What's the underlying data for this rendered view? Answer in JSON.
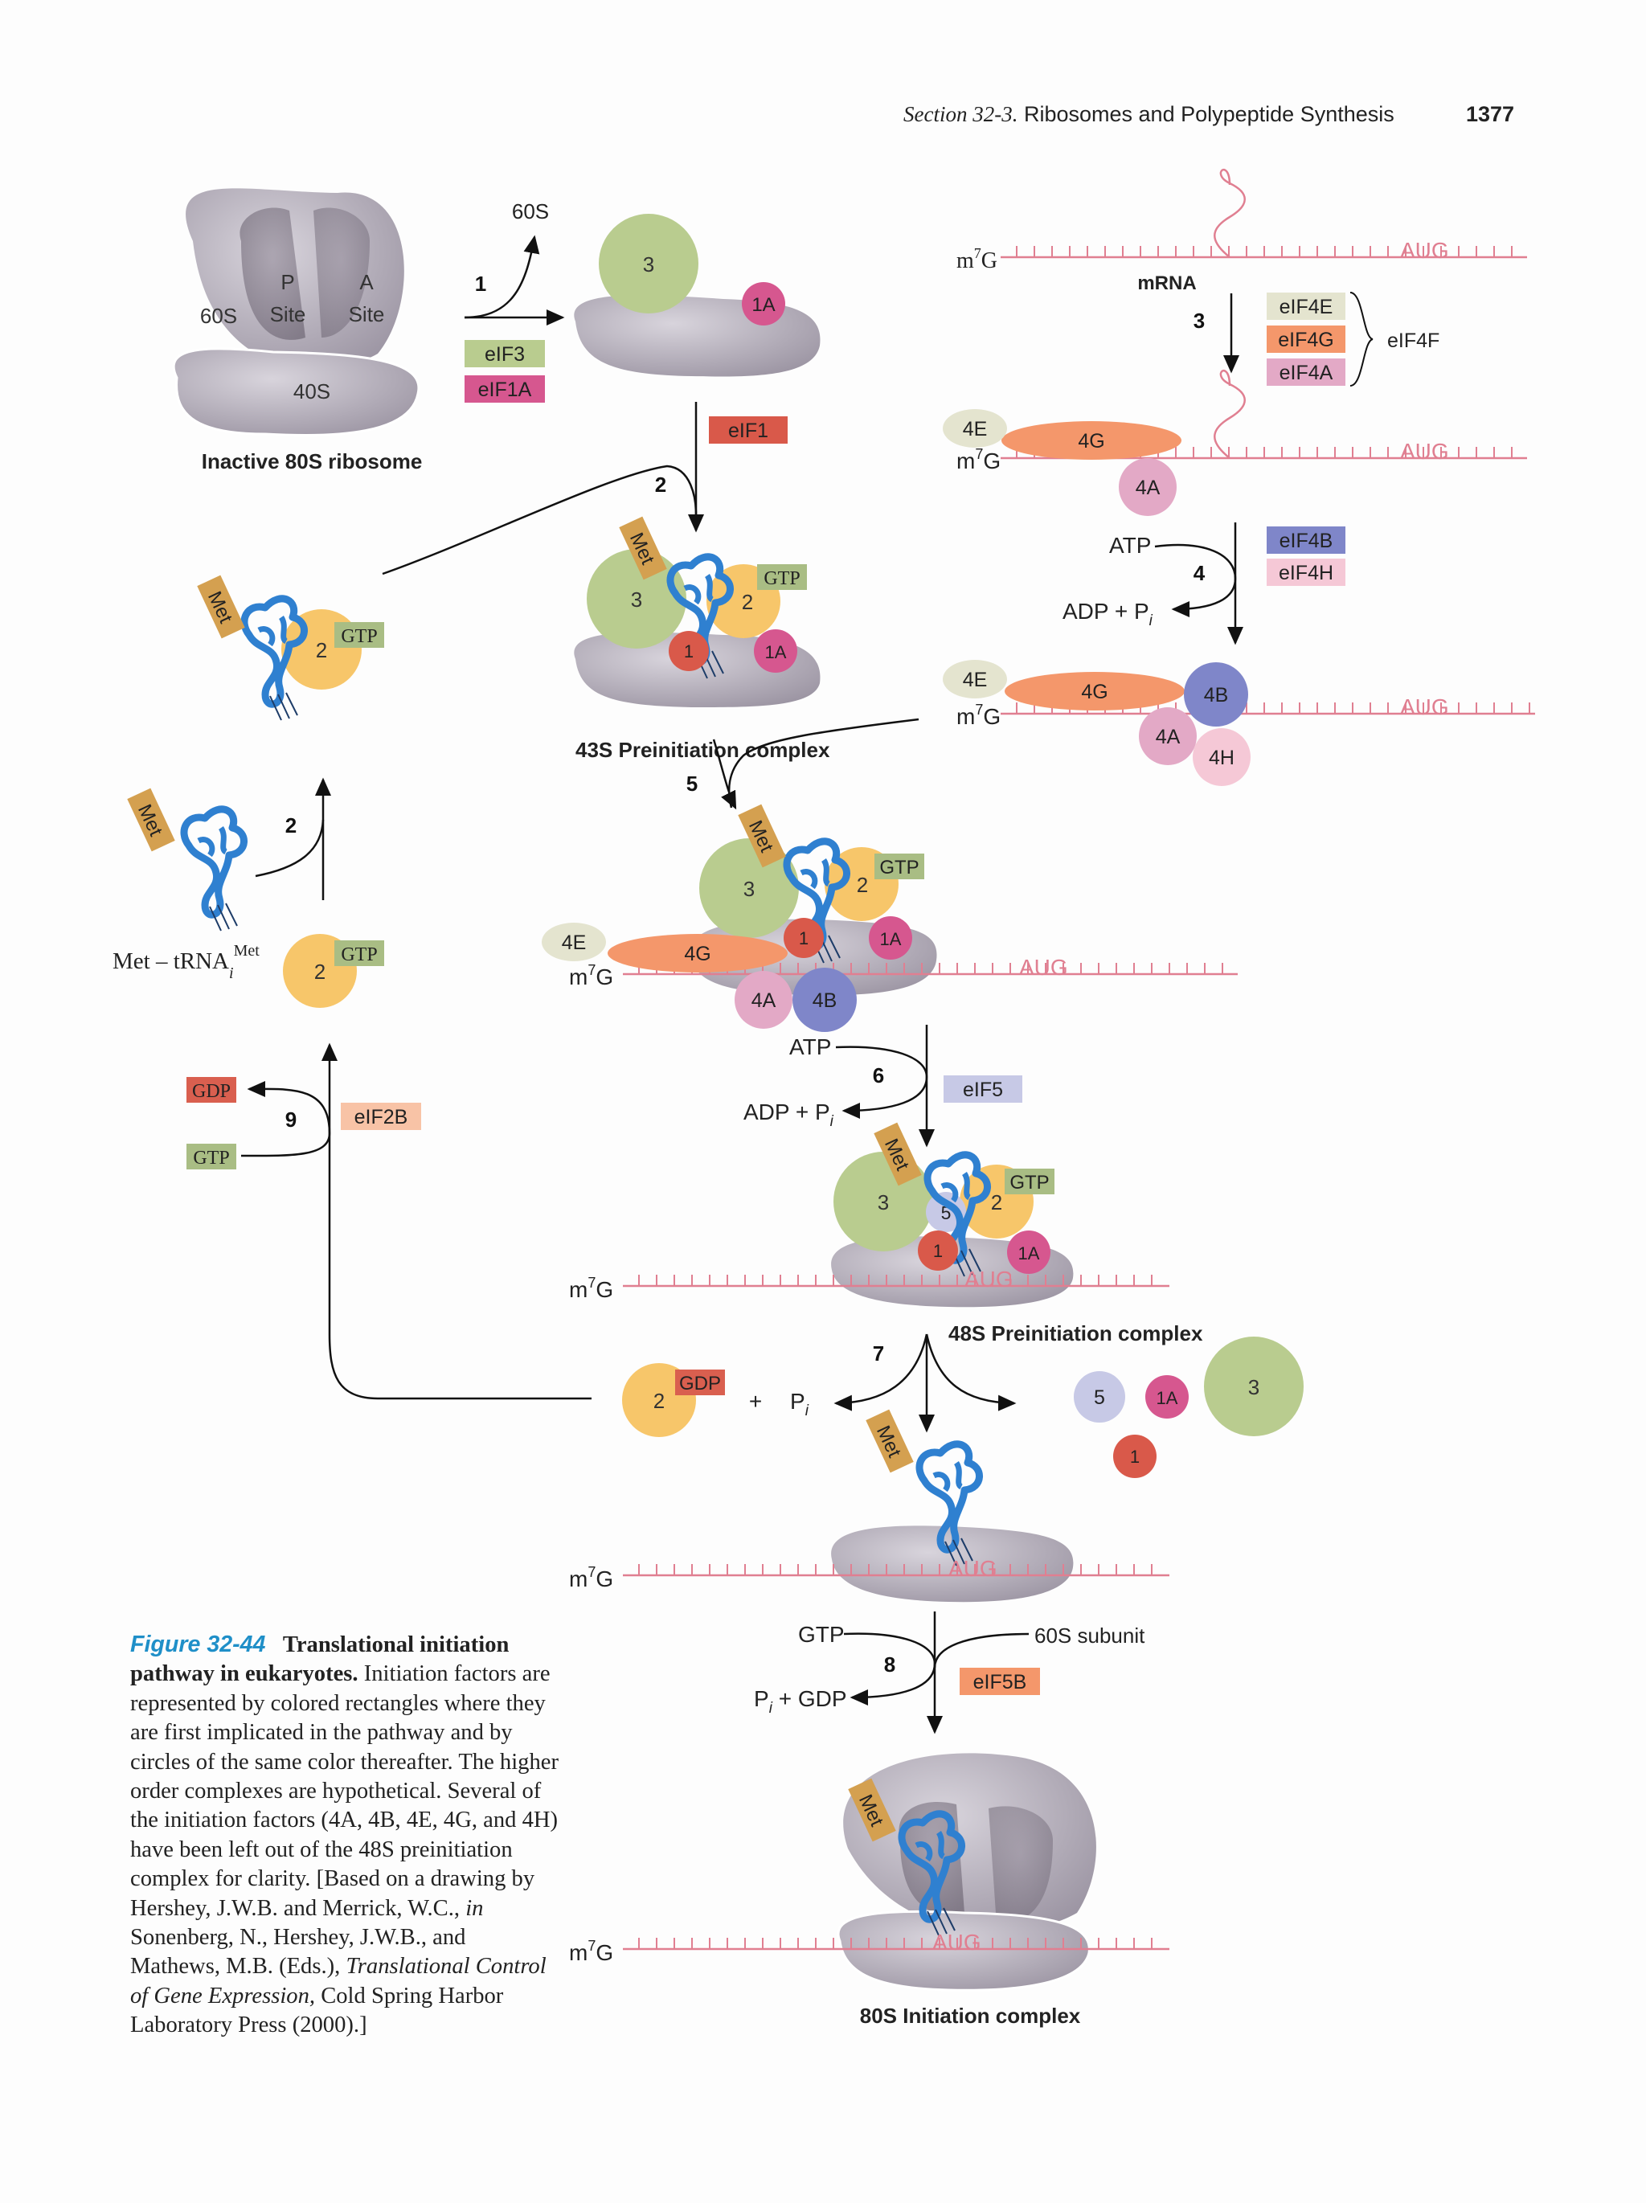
{
  "header": {
    "section": "Section 32-3.",
    "title": "Ribosomes and Polypeptide Synthesis",
    "page_number": "1377"
  },
  "caption": {
    "figure_label": "Figure 32-44",
    "title": "Translational initiation pathway in eukaryotes.",
    "body": "Initiation factors are represented by colored rectangles where they are first implicated in the pathway and by circles of the same color thereafter. The higher order complexes are hypothetical. Several of the initiation factors (4A, 4B, 4E, 4G, and 4H) have been left out of the 48S preinitiation complex for clarity. [Based on a drawing by Hershey, J.W.B. and Merrick, W.C.,",
    "in": "in",
    "ref1": "Sonenberg, N., Hershey, J.W.B., and Mathews, M.B. (Eds.),",
    "book": "Translational Control of Gene Expression,",
    "ref2": "Cold Spring Harbor Laboratory Press (2000).]"
  },
  "complex_labels": {
    "inactive": "Inactive 80S ribosome",
    "pic43": "43S Preinitiation complex",
    "pic48": "48S Preinitiation complex",
    "ic80": "80S Initiation complex",
    "mrna": "mRNA"
  },
  "ribosome_labels": {
    "s60": "60S",
    "s40": "40S",
    "p": "P",
    "a": "A",
    "site": "Site",
    "release60": "60S",
    "subunit60": "60S subunit"
  },
  "factor_boxes": {
    "eIF3": "eIF3",
    "eIF1A": "eIF1A",
    "eIF1": "eIF1",
    "eIF4E": "eIF4E",
    "eIF4G": "eIF4G",
    "eIF4A": "eIF4A",
    "eIF4F": "eIF4F",
    "eIF4B": "eIF4B",
    "eIF4H": "eIF4H",
    "eIF2B": "eIF2B",
    "eIF5": "eIF5",
    "eIF5B": "eIF5B"
  },
  "circle_labels": {
    "c3": "3",
    "c2": "2",
    "c1": "1",
    "c1A": "1A",
    "c5": "5",
    "c4E": "4E",
    "c4G": "4G",
    "c4A": "4A",
    "c4B": "4B",
    "c4H": "4H"
  },
  "tags": {
    "gtp": "GTP",
    "gdp": "GDP",
    "met": "Met"
  },
  "steps": {
    "s1": "1",
    "s2": "2",
    "s3": "3",
    "s4": "4",
    "s5": "5",
    "s6": "6",
    "s7": "7",
    "s8": "8",
    "s9": "9"
  },
  "chem": {
    "m7g": "m",
    "sup7": "7",
    "g": "G",
    "aug": "AUG",
    "atp": "ATP",
    "adp": "ADP + P",
    "pi_sub": "i",
    "p": "P",
    "plus": "+",
    "pgdp": " + GDP",
    "gtp": "GTP",
    "met_trna": "Met – tRNA",
    "met_sup": "Met"
  },
  "colors": {
    "eIF3": "#b9cc8f",
    "eIF1A": "#d6578f",
    "eIF1": "#d9594a",
    "eIF2": "#f7c66a",
    "eIF4E": "#e4e4cf",
    "eIF4G": "#f4976b",
    "eIF4A": "#e3a9c6",
    "eIF4B": "#7f86c9",
    "eIF4H": "#f5c8d6",
    "eIF5": "#c7c9e6",
    "eIF2B": "#f8c3a6",
    "gtp": "#a9bd84",
    "gdp": "#d95f4f",
    "met": "#d4a050",
    "trna": "#2f80d0",
    "mrna": "#e07f91",
    "ribosome": "#b3adb9",
    "ribosome_dark": "#6f6776"
  },
  "icons": [
    "ribosome-shape",
    "trna-icon",
    "arrow-icon",
    "brace-icon"
  ]
}
